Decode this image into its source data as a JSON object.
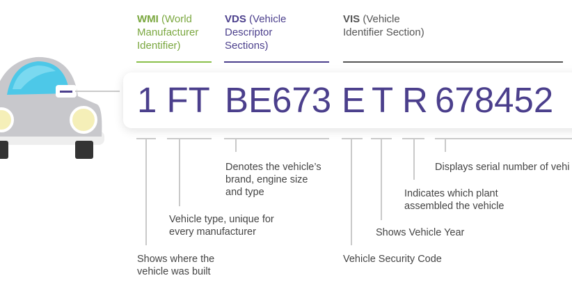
{
  "headers": {
    "wmi": {
      "code": "WMI",
      "desc": "(World Manufacturer Identifier)"
    },
    "vds": {
      "code": "VDS",
      "desc": "(Vehicle Descriptor Sections)"
    },
    "vis": {
      "code": "VIS",
      "desc": "(Vehicle Identifier Section)"
    }
  },
  "vin": {
    "wmi": "1 FT",
    "vds": "BE673",
    "security": "E",
    "year": "T",
    "plant": "R",
    "serial": "678452"
  },
  "descriptions": {
    "built": [
      "Shows where the",
      "vehicle was built"
    ],
    "type": [
      "Vehicle type, unique for",
      "every manufacturer"
    ],
    "brand": [
      "Denotes the vehicle’s",
      "brand, engine size",
      "and type"
    ],
    "security": [
      "Vehicle Security Code"
    ],
    "year": [
      "Shows Vehicle Year"
    ],
    "plant": [
      "Indicates which plant",
      "assembled the vehicle"
    ],
    "serial": [
      "Displays serial number of vehi"
    ]
  },
  "colors": {
    "wmi": "#7aa73f",
    "vds": "#4b3f8c",
    "vis": "#555555",
    "vin_text": "#4b3f8c",
    "car_window": "#4dc8e8",
    "car_body": "#c8c8cc",
    "headlight": "#f5efb8"
  },
  "icons": {
    "car": "car-illustration-icon"
  }
}
